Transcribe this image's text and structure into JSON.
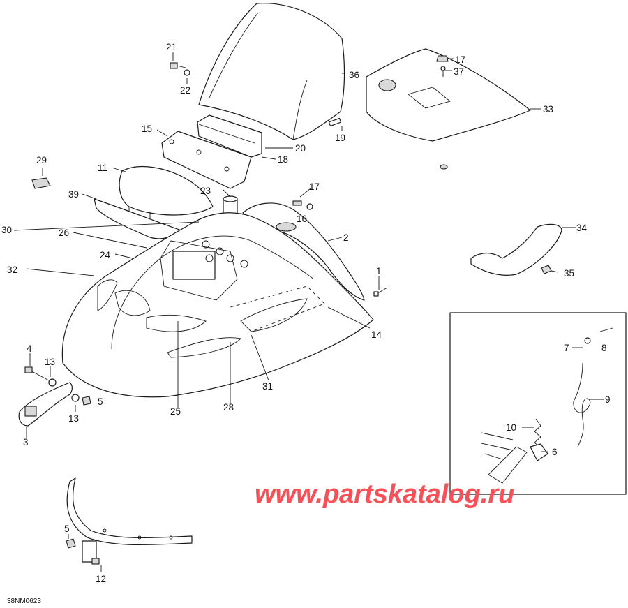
{
  "diagram_code": "38NM0623",
  "watermark": "www.partskatalog.ru",
  "callouts": [
    "21",
    "22",
    "36",
    "17",
    "37",
    "33",
    "15",
    "20",
    "19",
    "18",
    "29",
    "11",
    "23",
    "17",
    "39",
    "16",
    "2",
    "34",
    "30",
    "26",
    "24",
    "35",
    "32",
    "1",
    "14",
    "4",
    "13",
    "31",
    "25",
    "28",
    "7",
    "8",
    "5",
    "9",
    "13",
    "3",
    "10",
    "6",
    "5",
    "12"
  ],
  "colors": {
    "line": "#1a1a1a",
    "watermark": "#ff4d55",
    "background": "#ffffff"
  }
}
